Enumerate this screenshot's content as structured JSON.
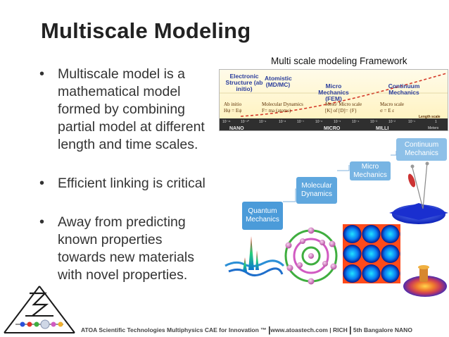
{
  "slide": {
    "title": "Multiscale Modeling",
    "bullets": [
      "Multiscale model is a mathematical model formed by combining partial model at different length and time scales.",
      "Efficient linking is critical",
      "Away from predicting known properties towards new materials with novel properties."
    ]
  },
  "framework": {
    "caption": "Multi scale modeling Framework",
    "headers": {
      "electronic": "Electronic Structure (ab initio)",
      "atomistic": "Atomistic (MD/MC)",
      "micro": "Micro Mechanics (FEM)",
      "continuum": "Continuum Mechanics"
    },
    "scales": {
      "ab_initio": "Ab initio",
      "ab_eq": "Hψ = Eψ",
      "molecular": "Molecular Dynamics",
      "molecular_eq": "F= ma (atoms)",
      "meso": "Meso/ Micro scale",
      "meso_eq": "[K] of [D]= {F}",
      "macro": "Macro scale",
      "macro_eq": "σ = E ε",
      "length": "Length scale"
    },
    "ticks": [
      "10⁻¹¹",
      "10⁻¹⁰",
      "10⁻⁹",
      "10⁻⁸",
      "10⁻⁷",
      "10⁻⁶",
      "10⁻⁵",
      "10⁻⁴",
      "10⁻³",
      "10⁻²",
      "10⁻¹",
      "1"
    ],
    "units": "Meters",
    "bands": {
      "nano": "NANO",
      "micro": "MICRO",
      "milli": "MILLI"
    }
  },
  "stairs": {
    "quantum": "Quantum Mechanics",
    "molecular": "Molecular Dynamics",
    "micro": "Micro Mechanics",
    "continuum": "Continuum Mechanics"
  },
  "footer": {
    "company": "ATOA Scientific Technologies Multiphysics CAE for Innovation ™",
    "site": "www.atoastech.com",
    "rich": "RICH",
    "event": "5th Bangalore NANO",
    "sep": "|"
  },
  "colors": {
    "stair_blue": "#4b9bd9",
    "framework_header": "#2a3d9c",
    "curve_red": "#d43a2a"
  },
  "icons": [
    "atoa-logo",
    "spike-wave-image",
    "fullerene-image",
    "heatmap-image",
    "aircraft-image",
    "disc-mode-image"
  ]
}
